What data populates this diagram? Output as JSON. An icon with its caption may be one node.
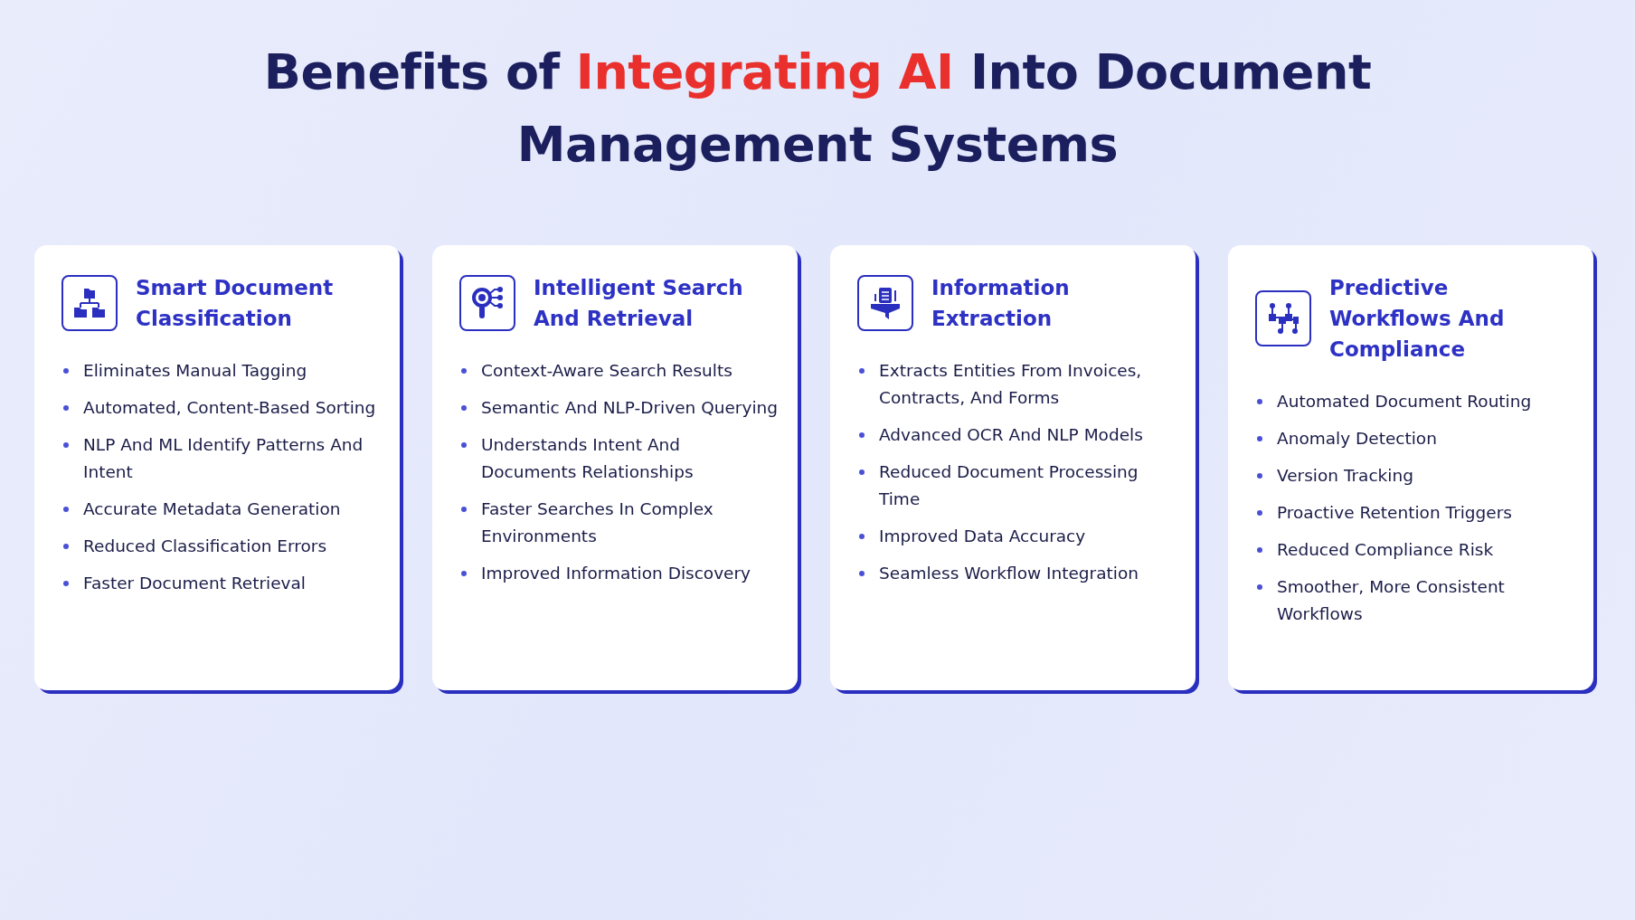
{
  "diagram": {
    "title": "Benefits of Integrating AI Into Document Management Systems",
    "nodes": [
      {
        "text": [
          "Smart Document Classification",
          "Eliminates Manual Tagging",
          "Automated, Content-Based Sorting",
          "NLP And ML Identify Patterns And Intent",
          "Accurate Metadata Generation",
          "Reduced Classification Errors",
          "Faster Document Retrieval"
        ]
      },
      {
        "text": [
          "Intelligent Search And Retrieval",
          "Context-Aware Search Results",
          "Semantic And NLP-Driven Querying",
          "Understands Intent And Documents Relationships",
          "Faster Searches In Complex Environments",
          "Improved Information Discovery"
        ]
      },
      {
        "text": [
          "Information Extraction",
          "Extracts Entities From Invoices, Contracts, And Forms",
          "Advanced OCR And NLP Models",
          "Reduced Document Processing Time",
          "Improved Data Accuracy",
          "Seamless Workflow Integration"
        ]
      },
      {
        "text": [
          "Predictive Workflows And Compliance",
          "Automated Document Routing",
          "Anomaly Detection",
          "Version Tracking",
          "Proactive Retention Triggers",
          "Reduced Compliance Risk",
          "Smoother, More Consistent Workflows"
        ]
      }
    ]
  }
}
